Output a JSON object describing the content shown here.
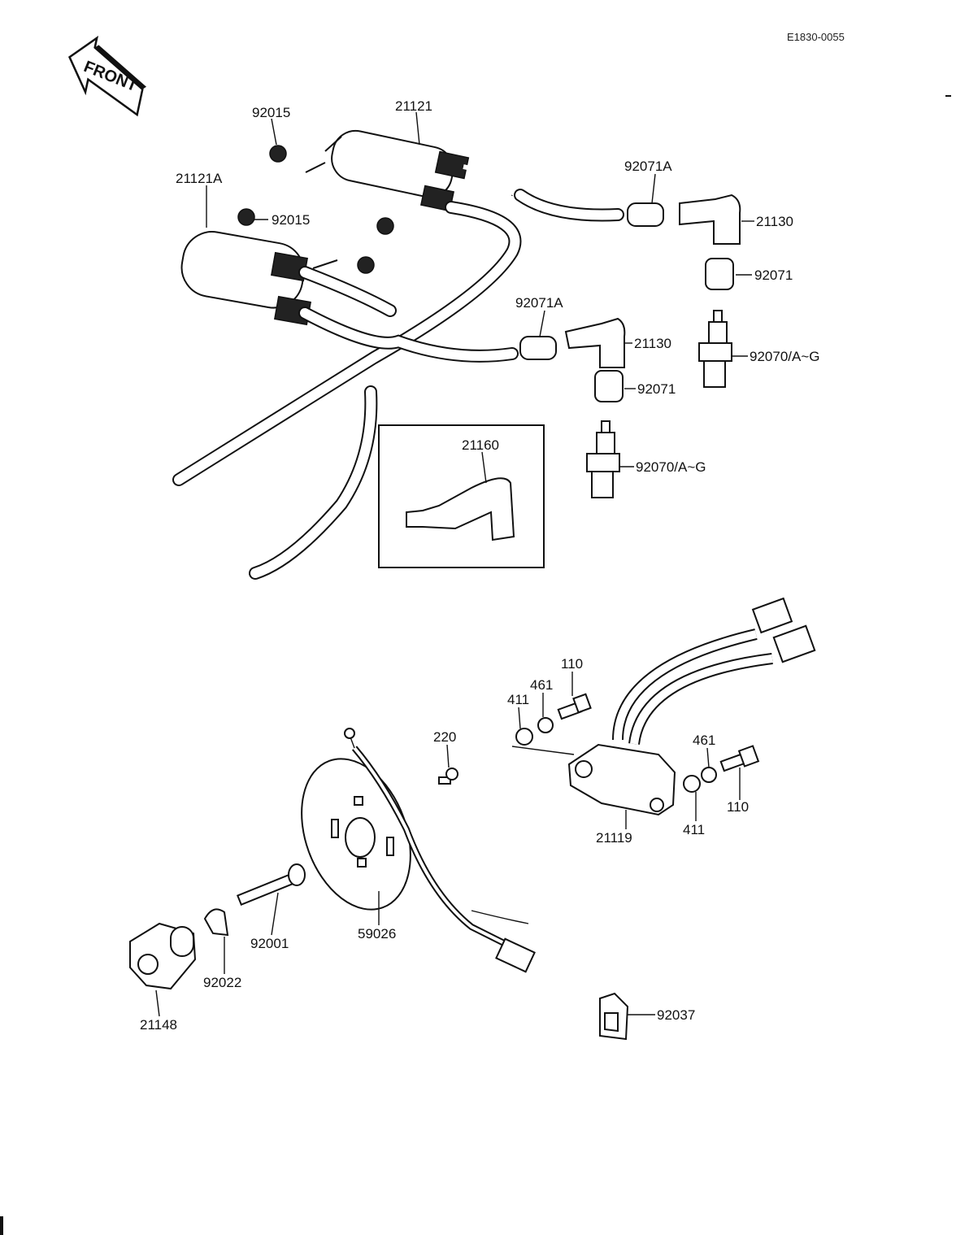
{
  "diagram_code": "E1830-0055",
  "front_arrow_text": "FRONT",
  "callouts": {
    "c92015a": "92015",
    "c21121": "21121",
    "c21121A": "21121A",
    "c92015b": "92015",
    "c92071A_top": "92071A",
    "c21130_top": "21130",
    "c92071_top": "92071",
    "c92070_top": "92070/A~G",
    "c92071A_mid": "92071A",
    "c21130_mid": "21130",
    "c92071_mid": "92071",
    "c92070_mid": "92070/A~G",
    "c21160": "21160",
    "c110_top": "110",
    "c461_top": "461",
    "c411_top": "411",
    "c220": "220",
    "c461_right": "461",
    "c110_right": "110",
    "c411_right": "411",
    "c21119": "21119",
    "c92001": "92001",
    "c59026": "59026",
    "c92022": "92022",
    "c21148": "21148",
    "c92037": "92037"
  }
}
